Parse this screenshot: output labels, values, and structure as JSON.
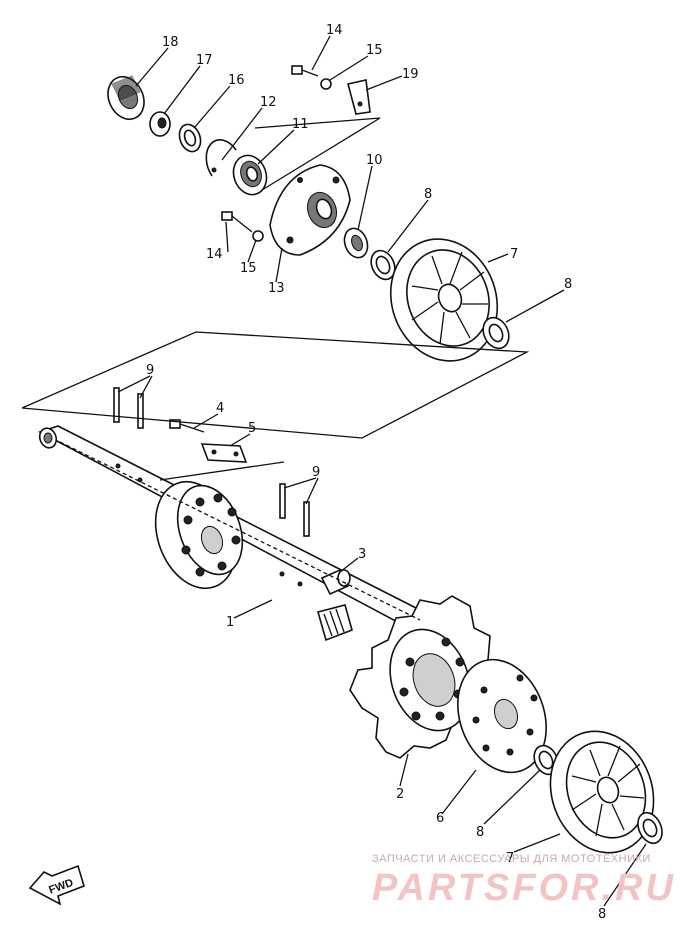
{
  "callouts": {
    "c1": "1",
    "c2": "2",
    "c3": "3",
    "c4": "4",
    "c5": "5",
    "c6": "6",
    "c7a": "7",
    "c7b": "7",
    "c8a": "8",
    "c8b": "8",
    "c8c": "8",
    "c8d": "8",
    "c9a": "9",
    "c9b": "9",
    "c10": "10",
    "c11": "11",
    "c12": "12",
    "c13": "13",
    "c14a": "14",
    "c14b": "14",
    "c15a": "15",
    "c15b": "15",
    "c16": "16",
    "c17": "17",
    "c18": "18",
    "c19": "19"
  },
  "fwd_label": "FWD",
  "watermark": {
    "line1": "ЗАПЧАСТИ И АКСЕССУАРЫ ДЛЯ МОТОТЕХНИКИ",
    "line2": "PARTSFOR.RU"
  }
}
